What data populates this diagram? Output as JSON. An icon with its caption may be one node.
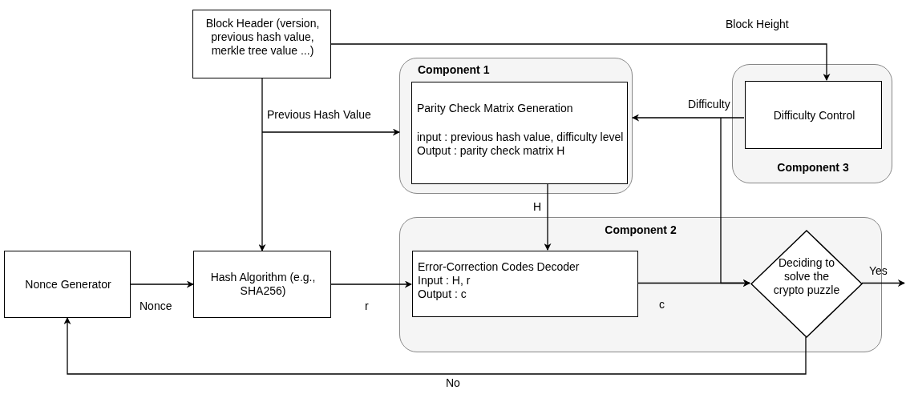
{
  "diagram": {
    "nodes": [
      {
        "text": [
          "Block Header (version, previous hash value, merkle tree value ...)"
        ]
      },
      {
        "text": [
          "Component 1"
        ]
      },
      {
        "text": [
          "Parity Check Matrix Generation",
          "input : previous hash value, difficulty level",
          "Output : parity check matrix H"
        ],
        "in": 1
      },
      {
        "text": [
          "Component 3"
        ]
      },
      {
        "text": [
          "Difficulty Control"
        ],
        "in": 3
      },
      {
        "text": [
          "Component 2"
        ]
      },
      {
        "text": [
          "Error-Correction Codes Decoder",
          "Input : H, r",
          "Output : c"
        ],
        "in": 5
      },
      {
        "text": [
          "Deciding to solve the crypto puzzle"
        ],
        "in": 5
      },
      {
        "text": [
          "Nonce Generator"
        ]
      },
      {
        "text": [
          "Hash Algorithm (e.g., SHA256)"
        ]
      }
    ],
    "edges": [
      {
        "from": 0,
        "to": 4,
        "arrow": "to",
        "label": "Block Height"
      },
      {
        "from": 0,
        "to": 9,
        "arrow": "to"
      },
      {
        "from": 0,
        "to": 1,
        "arrow": "to",
        "label": "Previous Hash Value"
      },
      {
        "from": 4,
        "to": 1,
        "arrow": "to",
        "label": "Difficulty"
      },
      {
        "from": 4,
        "to": 7,
        "arrow": "to"
      },
      {
        "from": 2,
        "to": 6,
        "arrow": "to",
        "label": "H"
      },
      {
        "from": 8,
        "to": 9,
        "arrow": "to",
        "label": "Nonce"
      },
      {
        "from": 9,
        "to": 6,
        "arrow": "to",
        "label": "r"
      },
      {
        "from": 6,
        "to": 7,
        "arrow": "to",
        "label": "c"
      },
      {
        "from": 7,
        "to": null,
        "arrow": "to",
        "label": "Yes"
      },
      {
        "from": 7,
        "to": 8,
        "arrow": "to",
        "label": "No"
      }
    ]
  }
}
